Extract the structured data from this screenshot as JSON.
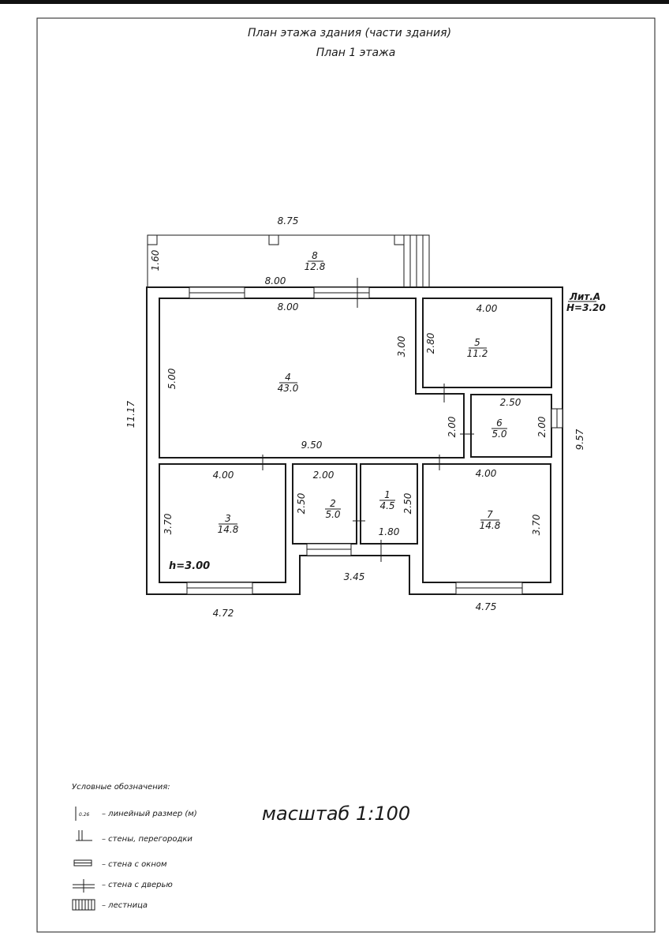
{
  "header": {
    "title": "План этажа здания (части здания)",
    "subtitle": "План 1 этажа"
  },
  "building": {
    "liter": "Лит.А",
    "height_main": "H=3.20",
    "height_left": "h=3.00"
  },
  "dimensions": {
    "porch_width": "8.75",
    "porch_depth": "1.60",
    "porch_inner": "8.00",
    "hall_top": "8.00",
    "hall_left": "5.00",
    "hall_right": "3.00",
    "hall_bottom": "9.50",
    "corridor_h": "2.00",
    "r5_top": "4.00",
    "r5_left": "2.80",
    "r6_top": "2.50",
    "r6_right": "2.00",
    "r3_top": "4.00",
    "r3_left": "3.70",
    "r2_top": "2.00",
    "r2_left": "2.50",
    "r1_right": "2.50",
    "r1_bottom": "1.80",
    "r7_top": "4.00",
    "r7_right": "3.70",
    "total_height": "11.17",
    "total_right": "9.57",
    "bottom_left": "4.72",
    "bottom_mid": "3.45",
    "bottom_right": "4.75"
  },
  "rooms": [
    {
      "num": "8",
      "area": "12.8"
    },
    {
      "num": "4",
      "area": "43.0"
    },
    {
      "num": "5",
      "area": "11.2"
    },
    {
      "num": "6",
      "area": "5.0"
    },
    {
      "num": "3",
      "area": "14.8"
    },
    {
      "num": "2",
      "area": "5.0"
    },
    {
      "num": "1",
      "area": "4.5"
    },
    {
      "num": "7",
      "area": "14.8"
    }
  ],
  "legend": {
    "title": "Условные обозначения:",
    "sample_value": "0.26",
    "items": [
      "– линейный размер (м)",
      "– стены, перегородки",
      "– стена с окном",
      "– стена с дверью",
      "– лестница"
    ]
  },
  "scale": "масштаб 1:100"
}
